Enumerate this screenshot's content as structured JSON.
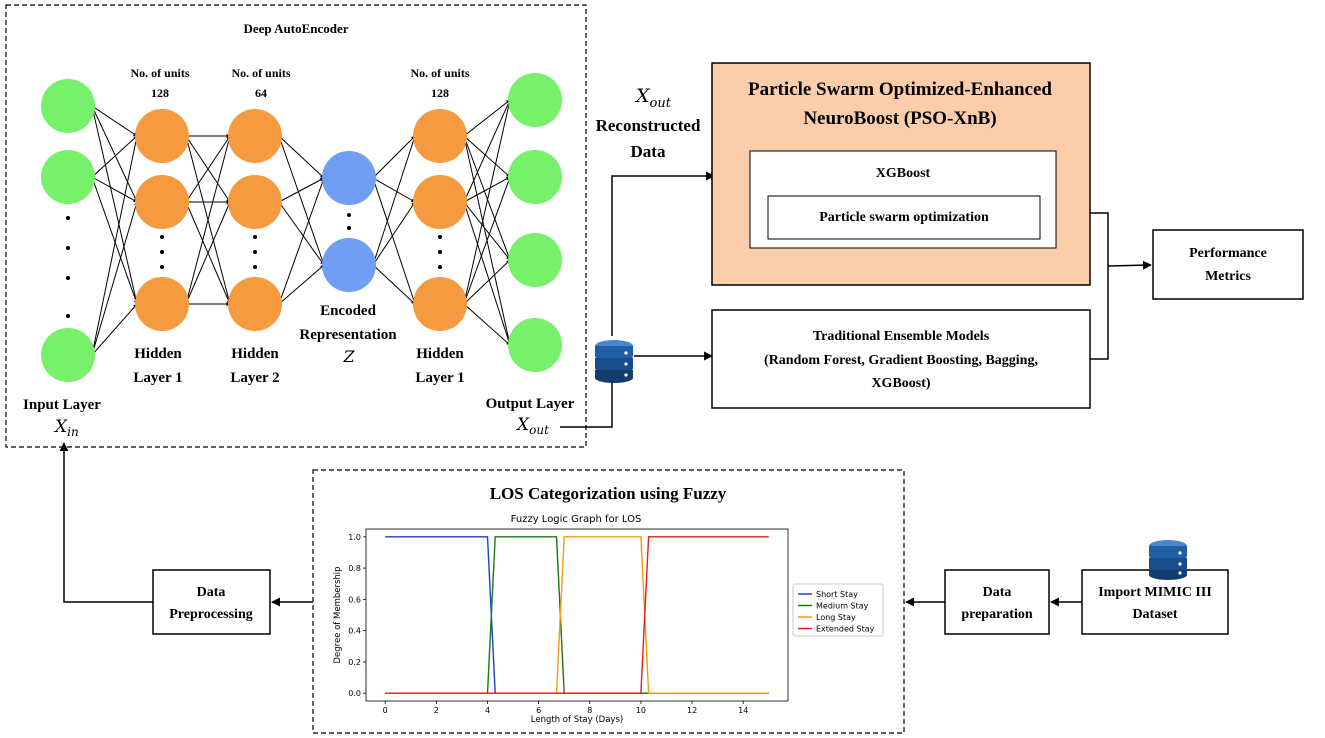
{
  "autoencoder": {
    "title": "Deep AutoEncoder",
    "units": [
      {
        "label": "No. of units",
        "value": "128"
      },
      {
        "label": "No. of units",
        "value": "64"
      },
      {
        "label": "No. of units",
        "value": "128"
      }
    ],
    "layers": {
      "input": {
        "line1": "Input Layer",
        "var": "X",
        "sub": "in"
      },
      "hidden1": {
        "line1": "Hidden",
        "line2": "Layer 1"
      },
      "hidden2": {
        "line1": "Hidden",
        "line2": "Layer 2"
      },
      "encoded": {
        "line1": "Encoded",
        "line2": "Representation",
        "var": "Z"
      },
      "hidden3": {
        "line1": "Hidden",
        "line2": "Layer 1"
      },
      "output": {
        "line1": "Output Layer",
        "var": "X",
        "sub": "out"
      }
    },
    "colors": {
      "input": "#77f16b",
      "hidden": "#f59a3e",
      "encoded": "#6f9ef3"
    }
  },
  "reconstructed": {
    "var": "X",
    "sub": "out",
    "line1": "Reconstructed",
    "line2": "Data"
  },
  "pso": {
    "title_line1": "Particle Swarm Optimized-Enhanced",
    "title_line2": "NeuroBoost (PSO-XnB)",
    "inner_title": "XGBoost",
    "inner_box": "Particle swarm optimization",
    "fill": "#fbcdaa"
  },
  "ensemble": {
    "line1": "Traditional Ensemble Models",
    "line2": "(Random Forest, Gradient Boosting, Bagging,",
    "line3": "XGBoost)"
  },
  "metrics": {
    "line1": "Performance",
    "line2": "Metrics"
  },
  "fuzzy": {
    "section_title": "LOS Categorization using Fuzzy"
  },
  "preprocessing": {
    "line1": "Data",
    "line2": "Preprocessing"
  },
  "preparation": {
    "line1": "Data",
    "line2": "preparation"
  },
  "import": {
    "line1": "Import MIMIC III",
    "line2": "Dataset"
  },
  "icons": {
    "database": "database-icon"
  },
  "chart_data": {
    "type": "line",
    "title": "Fuzzy Logic Graph for LOS",
    "xlabel": "Length of Stay (Days)",
    "ylabel": "Degree of Membership",
    "xlim": [
      0,
      15
    ],
    "ylim": [
      0,
      1
    ],
    "xticks": [
      0,
      2,
      4,
      6,
      8,
      10,
      12,
      14
    ],
    "yticks": [
      0.0,
      0.2,
      0.4,
      0.6,
      0.8,
      1.0
    ],
    "legend_position": "right",
    "series": [
      {
        "name": "Short Stay",
        "color": "#1f3fd0",
        "x": [
          0,
          4,
          4.3,
          15
        ],
        "y": [
          1,
          1,
          0,
          0
        ]
      },
      {
        "name": "Medium Stay",
        "color": "#1a7a1a",
        "x": [
          0,
          4,
          4.3,
          6.7,
          7,
          15
        ],
        "y": [
          0,
          0,
          1,
          1,
          0,
          0
        ]
      },
      {
        "name": "Long Stay",
        "color": "#f39c12",
        "x": [
          0,
          6.7,
          7,
          10,
          10.3,
          15
        ],
        "y": [
          0,
          0,
          1,
          1,
          0,
          0
        ]
      },
      {
        "name": "Extended Stay",
        "color": "#e02020",
        "x": [
          0,
          10,
          10.3,
          15
        ],
        "y": [
          0,
          0,
          1,
          1
        ]
      }
    ]
  }
}
